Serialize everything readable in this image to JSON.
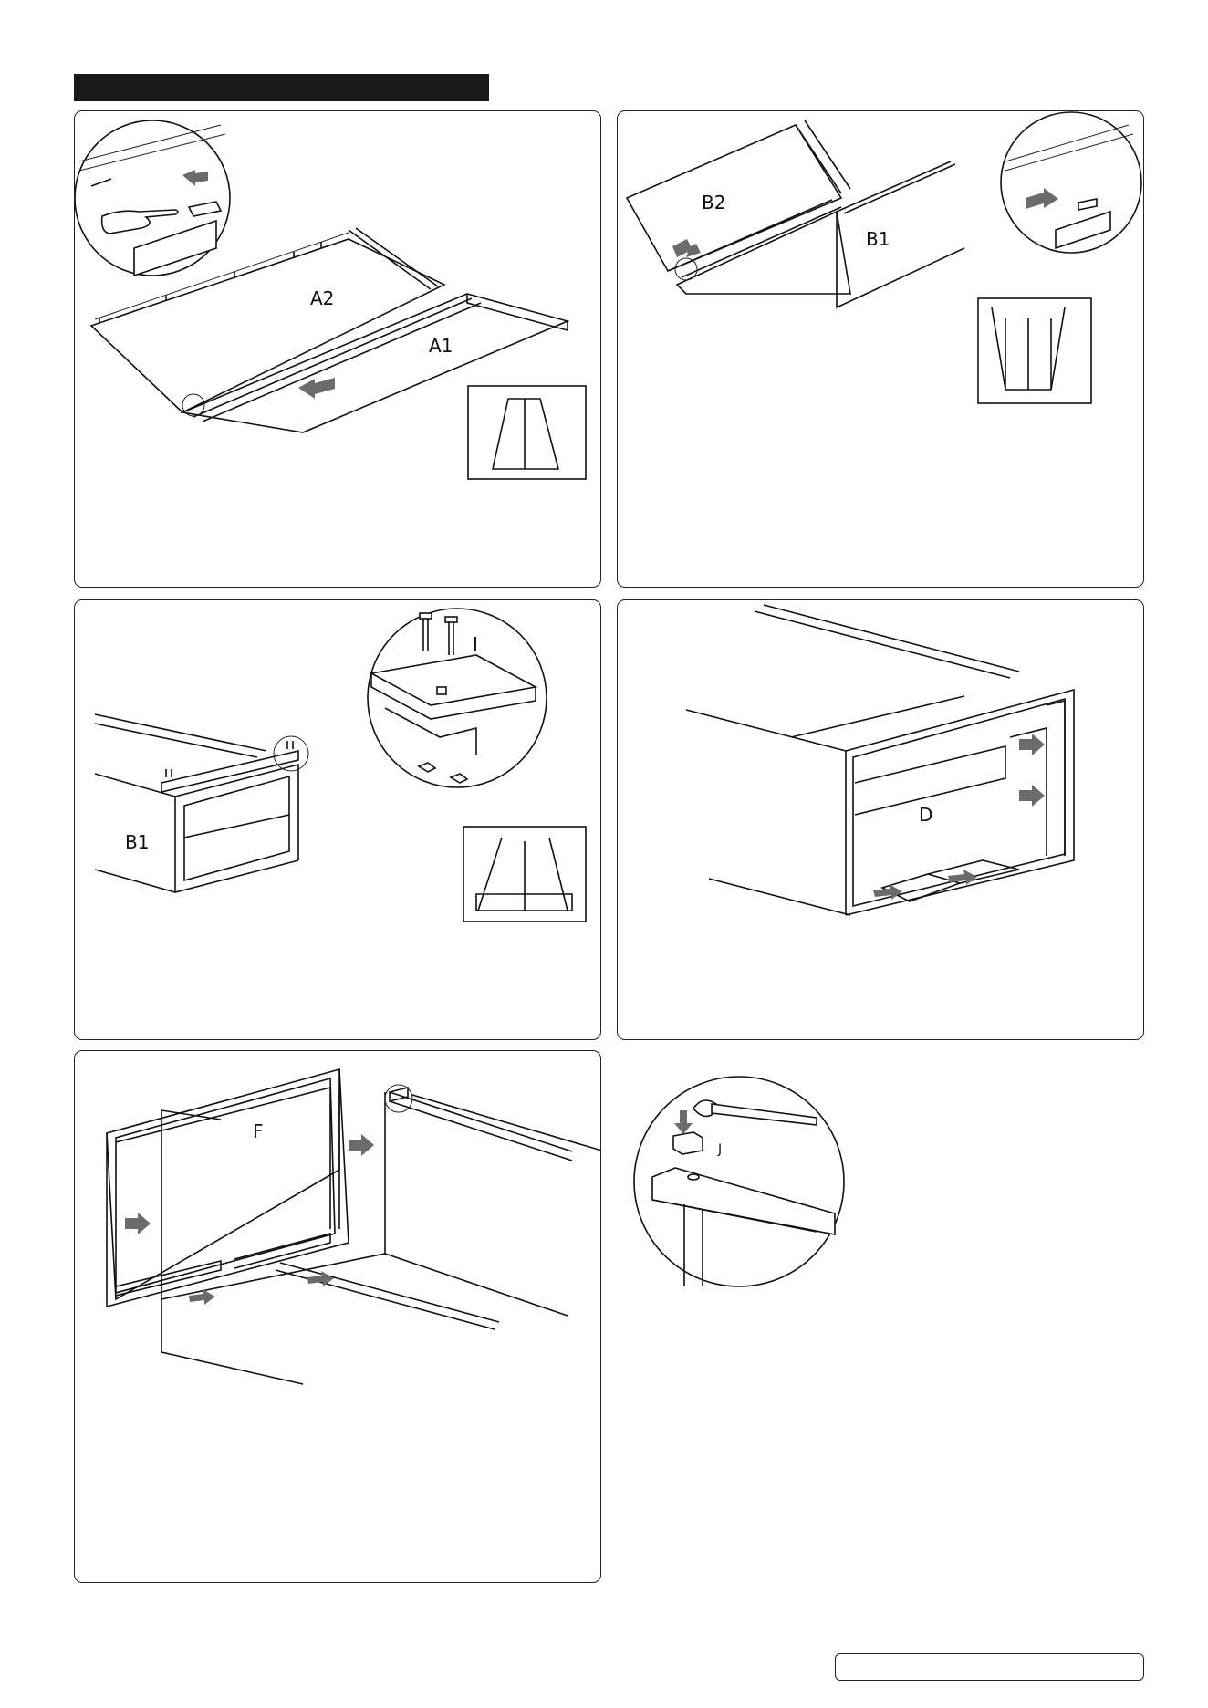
{
  "panels": {
    "step1": {
      "label_a2": "A2",
      "label_a1": "A1"
    },
    "step2": {
      "label_b2": "B2",
      "label_b1": "B1"
    },
    "step3": {
      "label_b1": "B1",
      "label_i": "I"
    },
    "step4": {
      "label_d": "D"
    },
    "step5": {
      "label_f": "F",
      "label_j": "J"
    }
  },
  "colors": {
    "header_bar": "#1a1a1a",
    "arrow": "#6b6b6b",
    "line": "#111111"
  }
}
